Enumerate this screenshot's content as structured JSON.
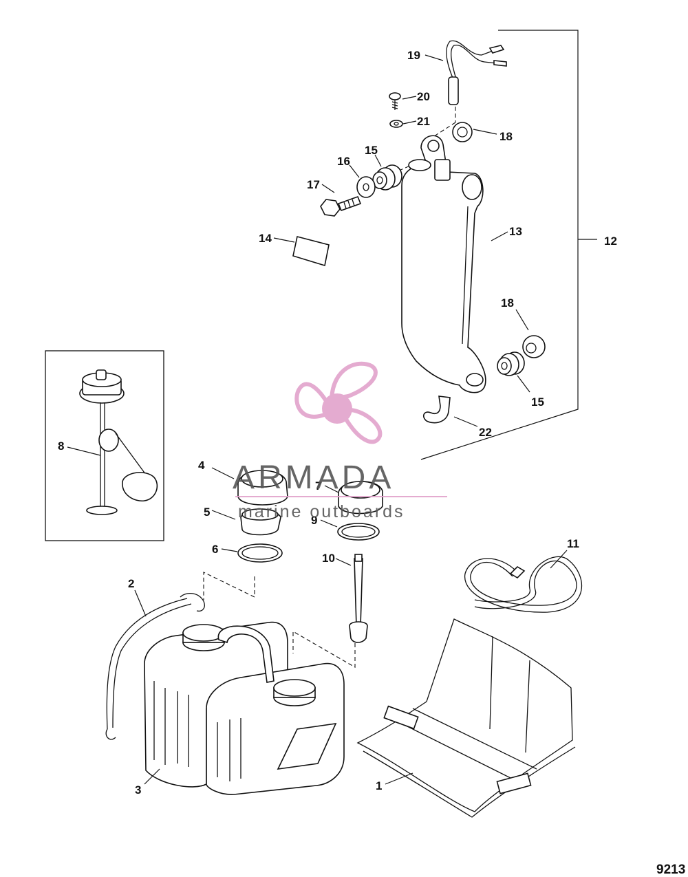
{
  "callouts": {
    "c1": "1",
    "c2": "2",
    "c3": "3",
    "c4": "4",
    "c5": "5",
    "c6": "6",
    "c7": "7",
    "c8": "8",
    "c9": "9",
    "c10": "10",
    "c11": "11",
    "c12": "12",
    "c13": "13",
    "c14": "14",
    "c15a": "15",
    "c15b": "15",
    "c16": "16",
    "c17": "17",
    "c18a": "18",
    "c18b": "18",
    "c19": "19",
    "c20": "20",
    "c21": "21",
    "c22": "22"
  },
  "figure_number": "9213",
  "watermark": {
    "brand": "ARMADA",
    "tagline": "marine outboards",
    "logo_icon": "propeller-icon",
    "accent_color": "#e2a3cb"
  }
}
